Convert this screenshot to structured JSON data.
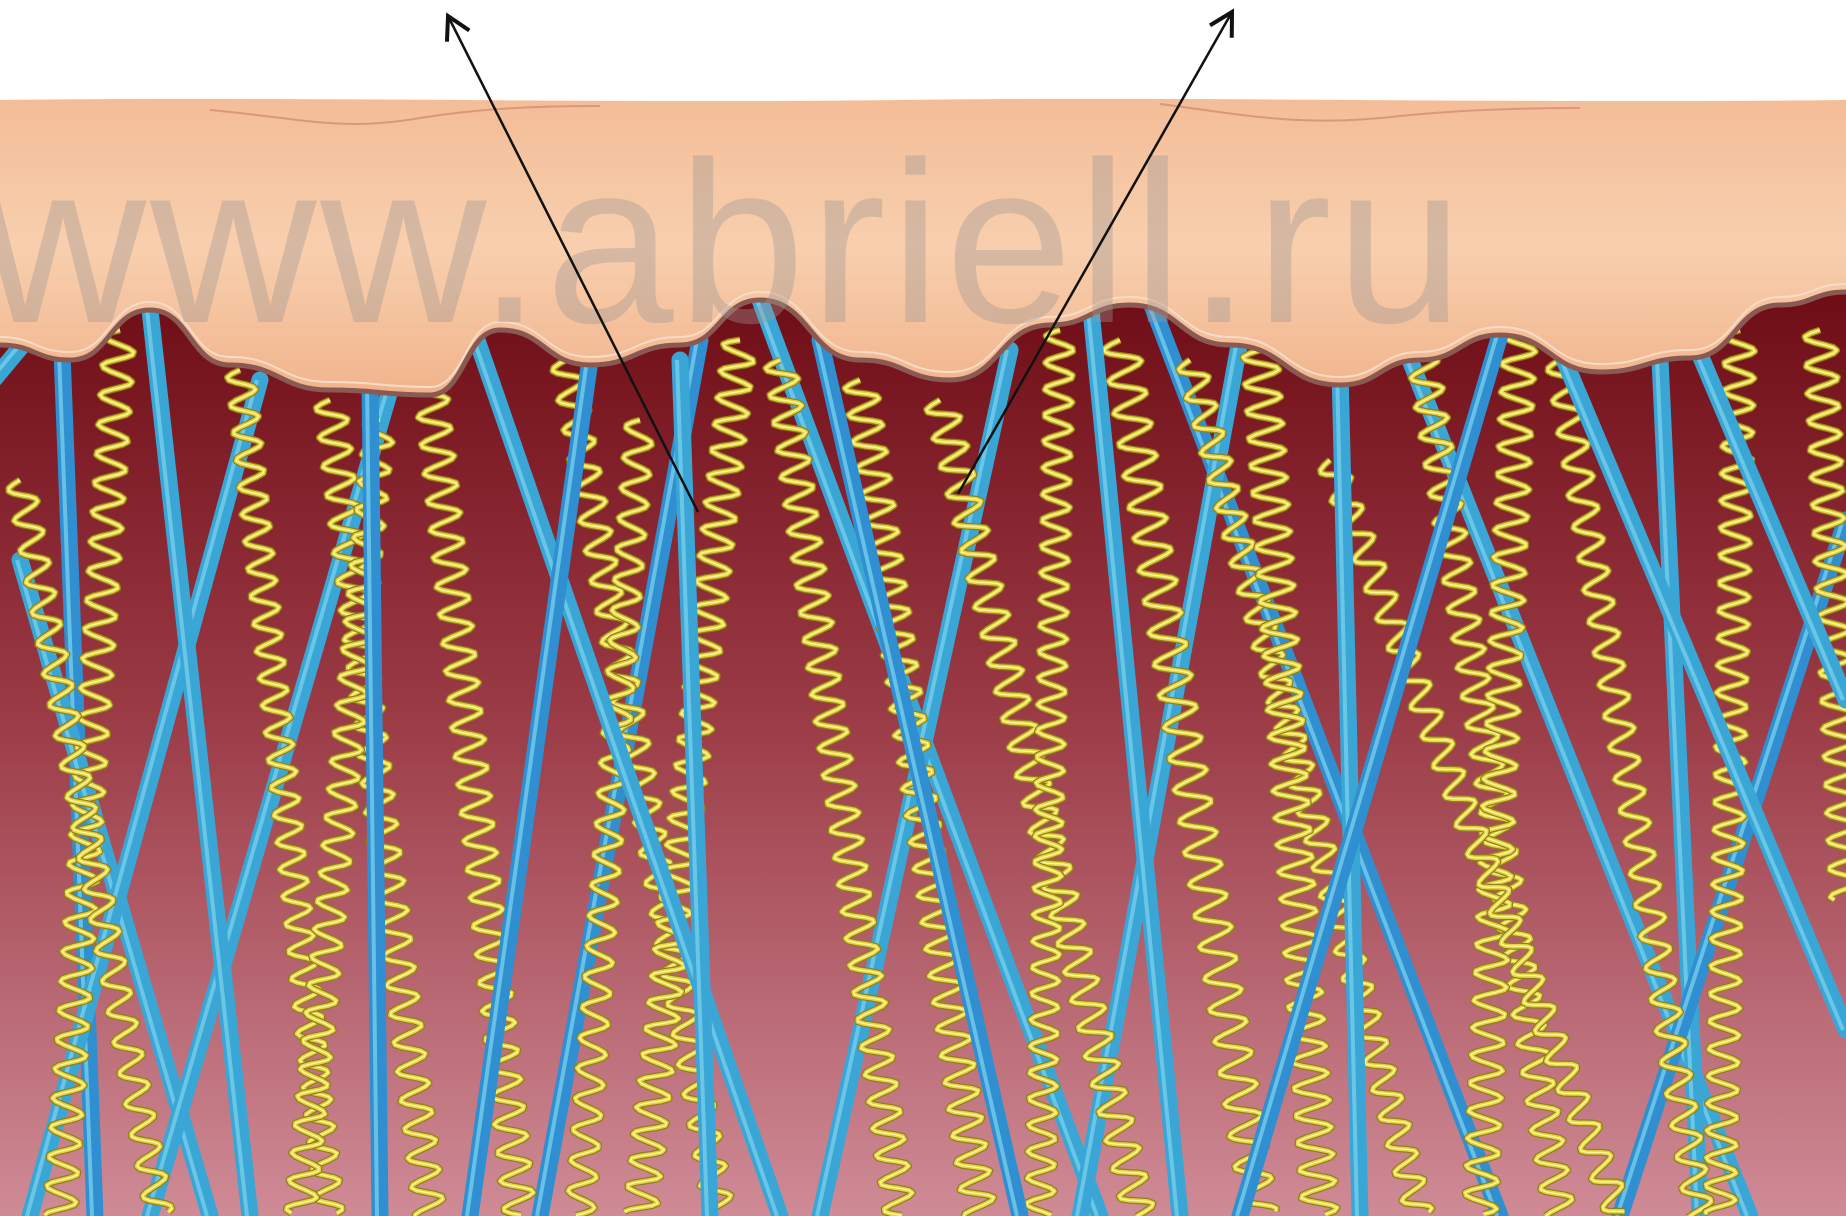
{
  "watermark": {
    "text": "www.abriell.ru"
  },
  "figure": {
    "description_free": true,
    "layers": [
      "epidermis",
      "dermis"
    ],
    "fiber_types": [
      {
        "kind": "collagen-straight",
        "color": "#3aa2d8"
      },
      {
        "kind": "elastin-coiled",
        "color": "#e3d33a"
      }
    ],
    "pointer_arrows": 2
  },
  "colors": {
    "epidermis": "#f6c8a4",
    "epidermis_edge": "#8a5a52",
    "dermis_top": "#6f0d16",
    "dermis_bottom": "#cf8b96",
    "arrow": "#111111"
  }
}
